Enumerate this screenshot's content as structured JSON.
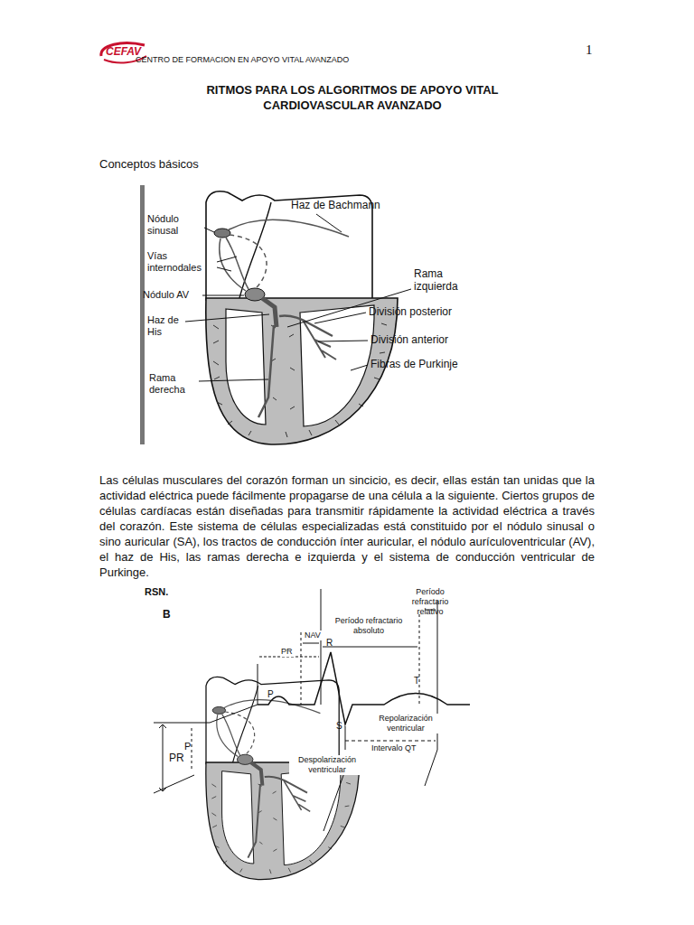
{
  "diagram": {
    "title": "RITMOS PARA LOS ALGORITMOS DE APOYO VITAL CARDIOVASCULAR AVANZADO",
    "labels": [
      "CEFAV",
      "CENTRO DE FORMACION EN APOYO VITAL AVANZADO",
      "1",
      "Conceptos básicos",
      "Haz de Bachmann",
      "Nódulo sinusal",
      "Vías internodales",
      "Rama izquierda",
      "Nódulo AV",
      "División posterior",
      "Haz de His",
      "División anterior",
      "Fibras de Purkinje",
      "Rama derecha",
      "Las células musculares del corazón forman un sincicio, es decir, ellas están tan unidas que la actividad eléctrica puede fácilmente propagarse de una célula a la siguiente. Ciertos grupos de células cardíacas están diseñadas para transmitir rápidamente la actividad eléctrica a través del corazón. Este sistema de células especializadas está constituido por el nódulo sinusal o sino auricular (SA), los tractos de conducción ínter auricular, el nódulo aurículoventricular (AV), el haz de His, las ramas derecha e izquierda y el sistema de conducción ventricular de Purkinge.",
      "RSN.",
      "Período refractario relativo",
      "B",
      "Período refractario absoluto",
      "R",
      "NAV",
      "PR",
      "P",
      "T",
      "S",
      "Repolarización ventricular",
      "P",
      "Intervalo QT",
      "PR",
      "Despolarización ventricular"
    ]
  }
}
